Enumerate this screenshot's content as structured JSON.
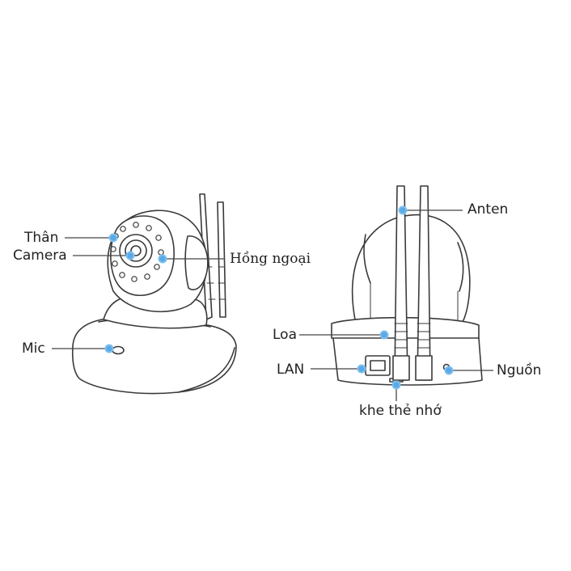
{
  "colors": {
    "outline": "#3a3a3a",
    "marker": "#5aa9e6",
    "leader": "#444444",
    "text": "#222222",
    "background": "#ffffff"
  },
  "front_view": {
    "labels": {
      "body": "Thân",
      "camera": "Camera",
      "infrared": "Hồng ngoại",
      "mic": "Mic"
    }
  },
  "back_view": {
    "labels": {
      "antenna": "Anten",
      "speaker": "Loa",
      "lan": "LAN",
      "power": "Nguồn",
      "memory_slot": "khe thẻ nhớ"
    }
  }
}
